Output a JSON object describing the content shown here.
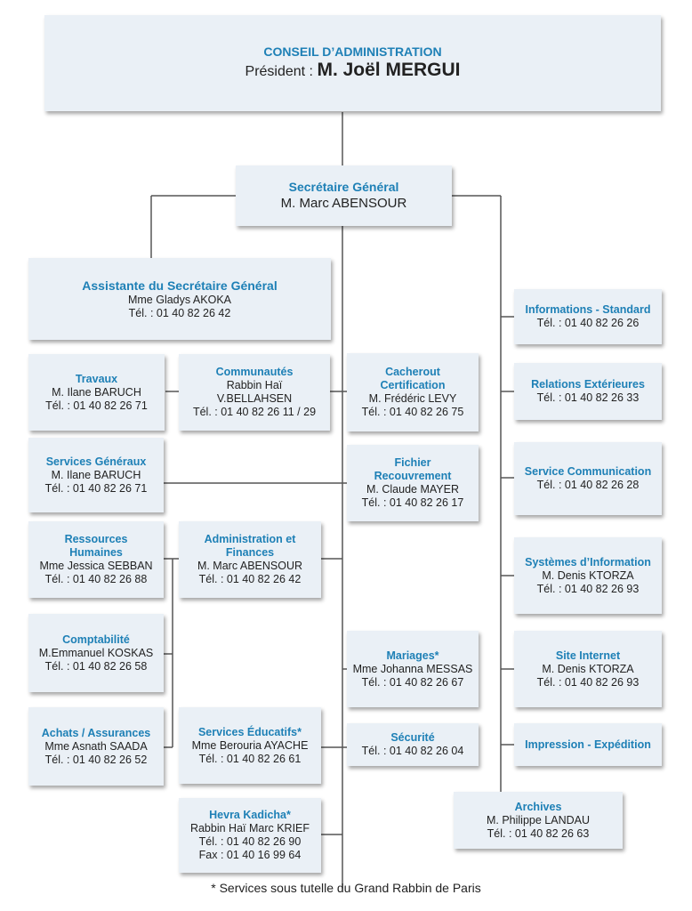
{
  "council": {
    "title": "CONSEIL D’ADMINISTRATION",
    "president_label": "Président :",
    "president_name": "M. Joël MERGUI"
  },
  "secretary": {
    "title": "Secrétaire Général",
    "name": "M. Marc ABENSOUR"
  },
  "assistant": {
    "title": "Assistante du Secrétaire Général",
    "name": "Mme Gladys AKOKA",
    "tel": "Tél. : 01 40 82 26 42"
  },
  "travaux": {
    "title": "Travaux",
    "name": "M. Ilane BARUCH",
    "tel": "Tél. : 01 40 82 26 71"
  },
  "communautes": {
    "title": "Communautés",
    "line1": "Rabbin Haï",
    "line2": "V.BELLAHSEN",
    "tel": "Tél. : 01 40 82 26 11 / 29"
  },
  "cacherout": {
    "title1": "Cacherout",
    "title2": "Certification",
    "name": "M. Frédéric LEVY",
    "tel": "Tél. : 01 40 82 26 75"
  },
  "services_generaux": {
    "title": "Services Généraux",
    "name": "M. Ilane BARUCH",
    "tel": "Tél. : 01 40 82 26 71"
  },
  "fichier": {
    "title1": "Fichier",
    "title2": "Recouvrement",
    "name": "M. Claude MAYER",
    "tel": "Tél. : 01 40 82 26 17"
  },
  "rh": {
    "title1": "Ressources",
    "title2": "Humaines",
    "name": "Mme Jessica SEBBAN",
    "tel": "Tél. : 01 40 82 26 88"
  },
  "admin": {
    "title1": "Administration et",
    "title2": "Finances",
    "name": "M. Marc ABENSOUR",
    "tel": "Tél. : 01 40 82 26 42"
  },
  "comptabilite": {
    "title": "Comptabilité",
    "name": "M.Emmanuel KOSKAS",
    "tel": "Tél. : 01 40 82 26 58"
  },
  "mariages": {
    "title": "Mariages*",
    "name": "Mme Johanna MESSAS",
    "tel": "Tél. : 01 40 82 26 67"
  },
  "achats": {
    "title": "Achats / Assurances",
    "name": "Mme Asnath SAADA",
    "tel": "Tél. : 01 40 82 26 52"
  },
  "educatifs": {
    "title": "Services Éducatifs*",
    "name": "Mme Berouria AYACHE",
    "tel": "Tél. : 01 40 82 26 61"
  },
  "securite": {
    "title": "Sécurité",
    "tel": "Tél. : 01 40 82 26 04"
  },
  "hevra": {
    "title": "Hevra Kadicha*",
    "name": "Rabbin Haï Marc KRIEF",
    "tel": "Tél. : 01 40 82 26 90",
    "fax": "Fax : 01 40 16 99 64"
  },
  "informations": {
    "title": "Informations - Standard",
    "tel": "Tél. : 01 40 82 26 26"
  },
  "relations": {
    "title": "Relations Extérieures",
    "tel": "Tél. : 01 40 82 26 33"
  },
  "communication": {
    "title": "Service Communication",
    "tel": "Tél. : 01 40 82 26 28"
  },
  "systemes": {
    "title": "Systèmes d’Information",
    "name": "M. Denis KTORZA",
    "tel": "Tél. : 01 40 82 26 93"
  },
  "site": {
    "title": "Site Internet",
    "name": "M. Denis KTORZA",
    "tel": "Tél. : 01 40 82 26 93"
  },
  "impression": {
    "title": "Impression - Expédition"
  },
  "archives": {
    "title": "Archives",
    "name": "M. Philippe LANDAU",
    "tel": "Tél. : 01 40 82 26 63"
  },
  "footnote": "* Services sous tutelle du Grand Rabbin de Paris",
  "colors": {
    "accent": "#1e80b6",
    "box": "#eaf0f6",
    "line": "#555555"
  }
}
